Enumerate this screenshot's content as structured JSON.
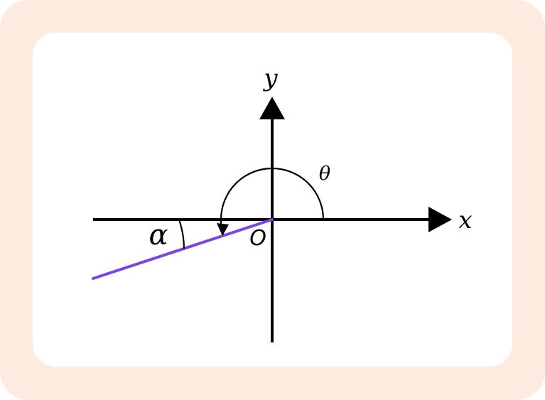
{
  "colors": {
    "frame": "#FDEBDF",
    "panel": "#FFFFFF",
    "axis": "#000000",
    "terminal_side": "#7A45E8",
    "arc": "#000000"
  },
  "labels": {
    "x_axis": "x",
    "y_axis": "y",
    "origin": "O",
    "theta": "θ",
    "alpha": "α"
  }
}
